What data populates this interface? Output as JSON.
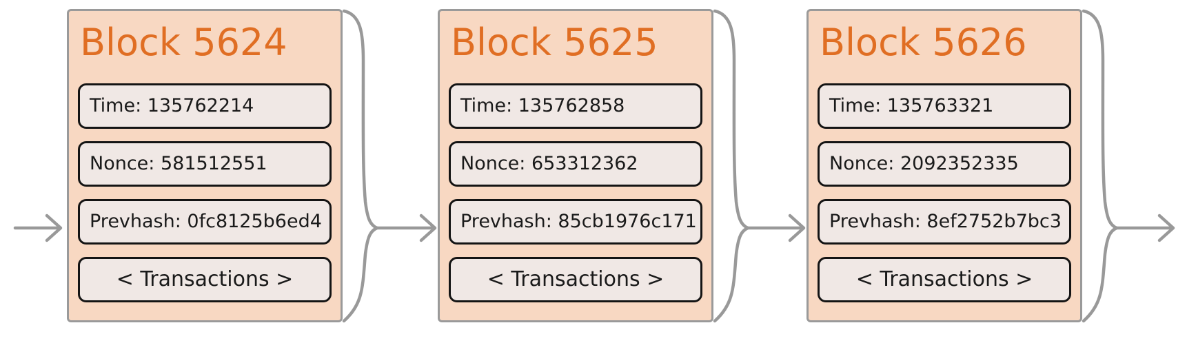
{
  "diagram": {
    "type": "blockchain-chain",
    "blocks": [
      {
        "title": "Block 5624",
        "time": "Time: 135762214",
        "nonce": "Nonce: 581512551",
        "prevhash": "Prevhash: 0fc8125b6ed4",
        "transactions": "< Transactions >"
      },
      {
        "title": "Block 5625",
        "time": "Time: 135762858",
        "nonce": "Nonce: 653312362",
        "prevhash": "Prevhash: 85cb1976c171",
        "transactions": "< Transactions >"
      },
      {
        "title": "Block 5626",
        "time": "Time: 135763321",
        "nonce": "Nonce: 2092352335",
        "prevhash": "Prevhash: 8ef2752b7bc3",
        "transactions": "< Transactions >"
      }
    ],
    "colors": {
      "background": "#ffffff",
      "block_fill": "#f8d8c2",
      "block_border": "#9a9a9a",
      "title_text": "#e06e23",
      "field_fill": "#f0e8e5",
      "field_border": "#141414",
      "field_text": "#1a1a1a",
      "connector": "#999999"
    }
  }
}
